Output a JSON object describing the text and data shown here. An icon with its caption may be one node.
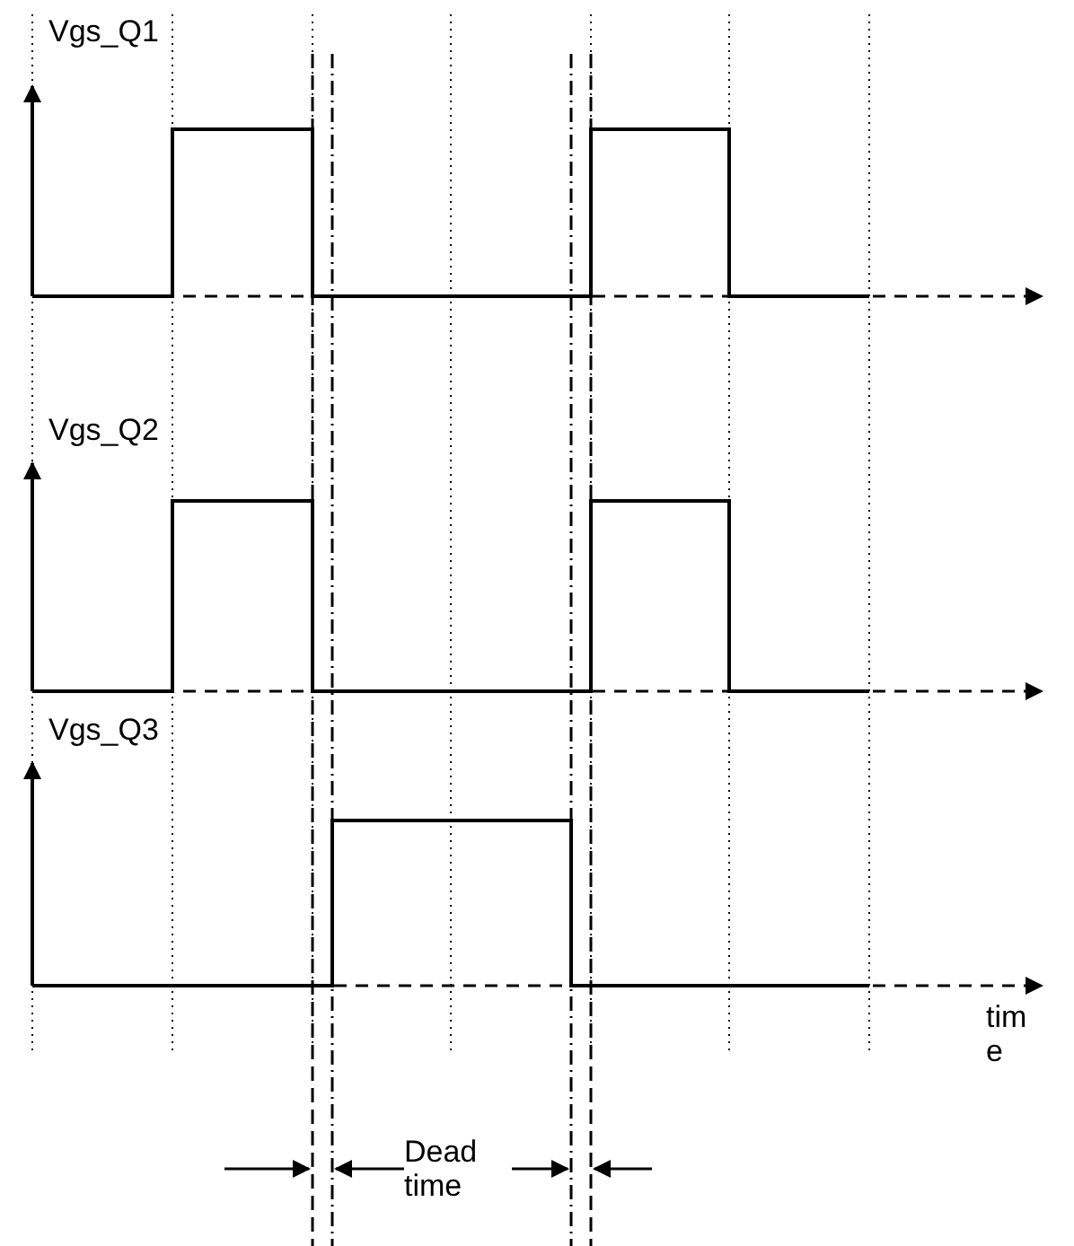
{
  "diagram": {
    "labels": [
      "Vgs_Q1",
      "Vgs_Q2",
      "Vgs_Q3",
      "time",
      "Dead time"
    ]
  }
}
